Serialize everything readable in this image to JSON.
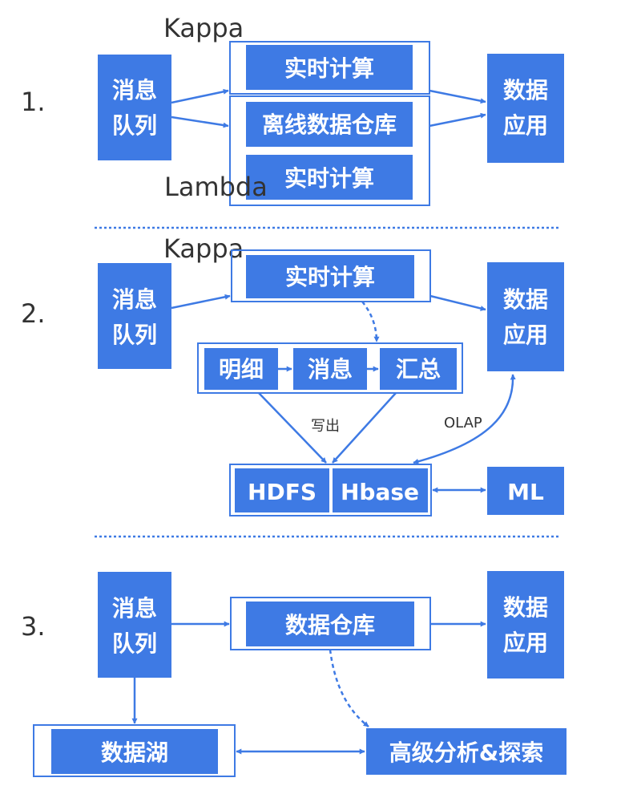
{
  "colors": {
    "accent": "#3e7ae4",
    "text": "#333333",
    "background": "#ffffff"
  },
  "section1": {
    "number": "1.",
    "queue": [
      "消息",
      "队列"
    ],
    "kappa_label": "Kappa",
    "lambda_label": "Lambda",
    "kappa_compute": "实时计算",
    "offline_dw": "离线数据仓库",
    "lambda_compute": "实时计算",
    "app": [
      "数据",
      "应用"
    ]
  },
  "section2": {
    "number": "2.",
    "kappa_label": "Kappa",
    "queue": [
      "消息",
      "队列"
    ],
    "compute": "实时计算",
    "detail": "明细",
    "message": "消息",
    "summary": "汇总",
    "write_out": "写出",
    "olap": "OLAP",
    "hdfs": "HDFS",
    "hbase": "Hbase",
    "ml": "ML",
    "app": [
      "数据",
      "应用"
    ]
  },
  "section3": {
    "number": "3.",
    "queue": [
      "消息",
      "队列"
    ],
    "dw": "数据仓库",
    "app": [
      "数据",
      "应用"
    ],
    "lake": "数据湖",
    "analytics": "高级分析&探索"
  }
}
